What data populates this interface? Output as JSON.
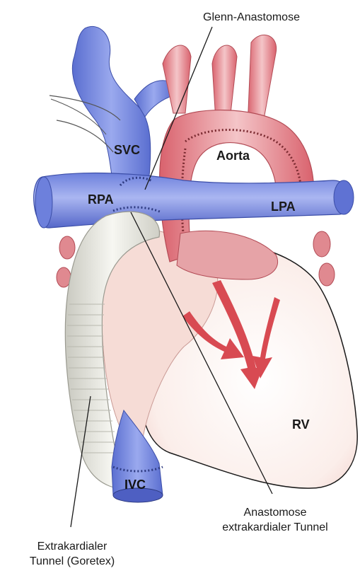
{
  "title": "",
  "colors": {
    "venous": "#7d8fe6",
    "venous_dark": "#4e5fc2",
    "arterial": "#e07e86",
    "arterial_light": "#f3c3c6",
    "heart": "#f7e3df",
    "tunnel": "#eeeee6",
    "arrow": "#d84a52",
    "line": "#222222"
  },
  "labels": {
    "glenn": "Glenn-Anastomose",
    "svc": "SVC",
    "aorta": "Aorta",
    "rpa": "RPA",
    "lpa": "LPA",
    "rv": "RV",
    "ivc": "IVC",
    "anastomose_line1": "Anastomose",
    "anastomose_line2": "extrakardialer Tunnel",
    "extrakardial_line1": "Extrakardialer",
    "extrakardial_line2": "Tunnel (Goretex)"
  }
}
